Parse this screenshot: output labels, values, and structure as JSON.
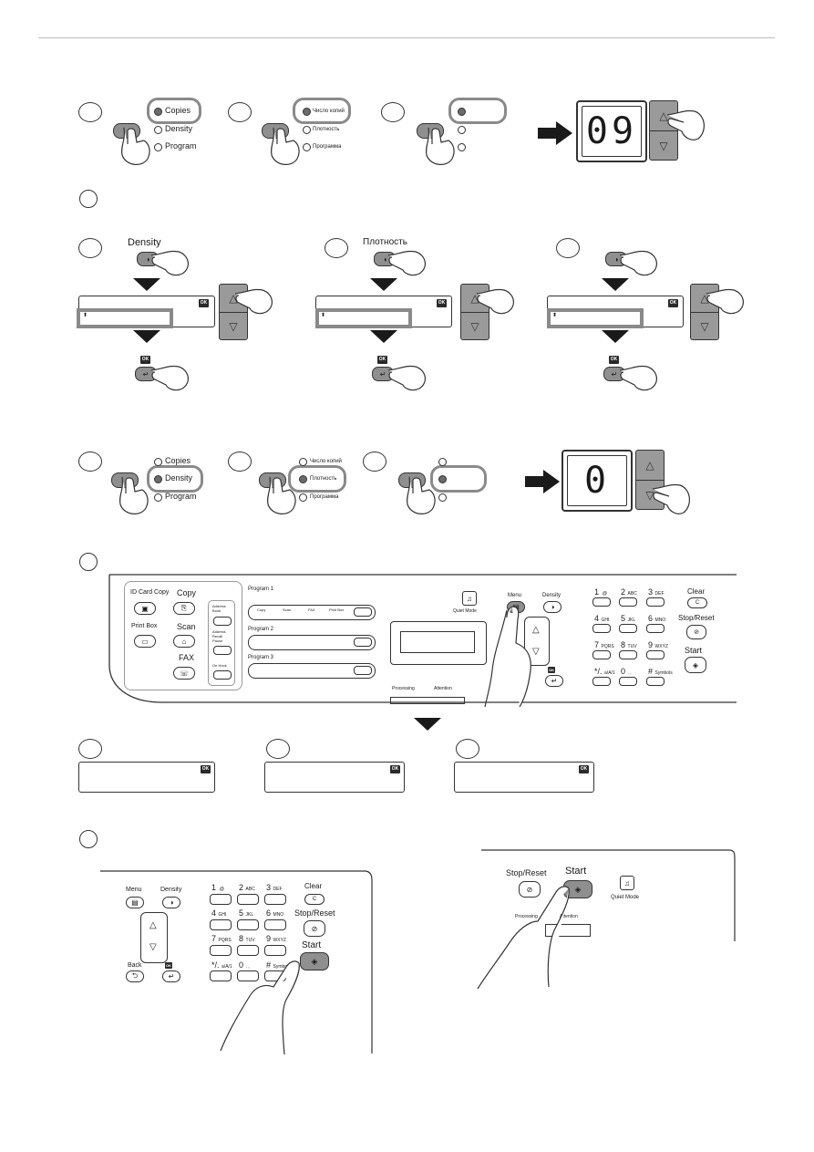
{
  "step1": {
    "leds_en": [
      "Copies",
      "Density",
      "Program"
    ],
    "leds_ru": [
      "Число копий",
      "Плотность",
      "Программа"
    ],
    "display_value": "09"
  },
  "step2": {
    "density_label": "Density",
    "density_label_ru": "Плотность",
    "ok_label": "OK",
    "leds_en": [
      "Copies",
      "Density",
      "Program"
    ],
    "leds_ru": [
      "Число копий",
      "Плотность",
      "Программа"
    ],
    "display_value": "0"
  },
  "panel": {
    "id_card_copy": "ID Card Copy",
    "copy": "Copy",
    "print_box": "Print Box",
    "scan": "Scan",
    "fax": "FAX",
    "address_book": "Address Book",
    "address_recall_pause": "Address Recall Pause",
    "on_hook": "On Hook",
    "programs": [
      "Program 1",
      "Program 2",
      "Program 3"
    ],
    "program_cols": [
      "Copy",
      "Scan",
      "FAX",
      "Print Box"
    ],
    "quiet_mode": "Quiet Mode",
    "menu": "Menu",
    "density": "Density",
    "processing": "Processing",
    "attention": "Attention",
    "clear": "Clear",
    "stop_reset": "Stop/Reset",
    "start": "Start",
    "back": "Back",
    "keys": [
      {
        "n": "1",
        "s": ".@"
      },
      {
        "n": "2",
        "s": "ABC"
      },
      {
        "n": "3",
        "s": "DEF"
      },
      {
        "n": "4",
        "s": "GHI"
      },
      {
        "n": "5",
        "s": "JKL"
      },
      {
        "n": "6",
        "s": "MNO"
      },
      {
        "n": "7",
        "s": "PQRS"
      },
      {
        "n": "8",
        "s": "TUV"
      },
      {
        "n": "9",
        "s": "WXYZ"
      },
      {
        "n": "*/.",
        "s": "a/A/1"
      },
      {
        "n": "0",
        "s": ". ,"
      },
      {
        "n": "#",
        "s": "Symbols"
      }
    ]
  },
  "ok_badge": "OK"
}
